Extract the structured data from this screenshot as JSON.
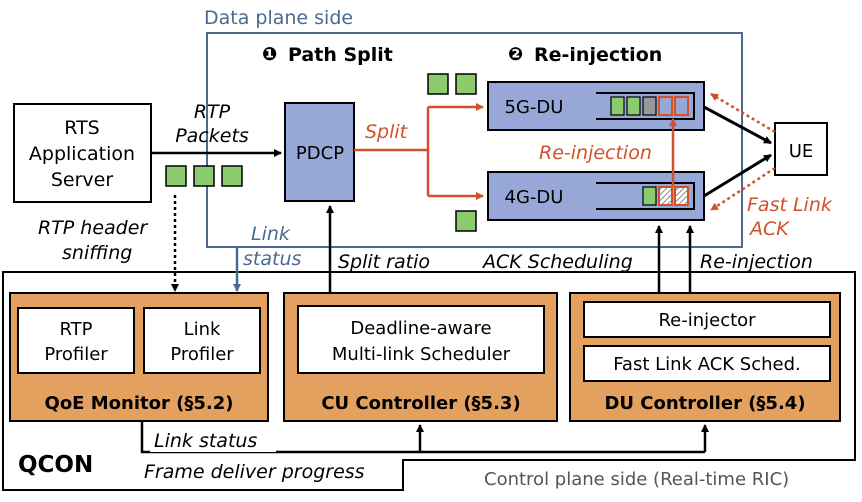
{
  "regions": {
    "data_plane": "Data plane side",
    "control_plane": "Control plane side (Real-time RIC)"
  },
  "steps": {
    "path_split": "Path Split",
    "path_split_num": "❶",
    "reinjection": "Re-injection",
    "reinjection_num": "❷"
  },
  "nodes": {
    "rts_line1": "RTS",
    "rts_line2": "Application",
    "rts_line3": "Server",
    "pdcp": "PDCP",
    "du5g": "5G-DU",
    "du4g": "4G-DU",
    "ue": "UE"
  },
  "labels": {
    "rtp_line1": "RTP",
    "rtp_line2": "Packets",
    "split": "Split",
    "reinjection_red": "Re-injection",
    "fast_line1": "Fast Link",
    "fast_line2": "ACK",
    "sniff_line1": "RTP header",
    "sniff_line2": "sniffing",
    "link_line1": "Link",
    "link_line2": "status",
    "split_ratio": "Split ratio",
    "ack_scheduling": "ACK Scheduling",
    "reinjection_ctrl": "Re-injection",
    "link_status": "Link status",
    "frame_progress": "Frame deliver progress"
  },
  "qcon": "QCON",
  "controllers": {
    "qoe": {
      "title": "QoE Monitor (§5.2)",
      "rtp_l1": "RTP",
      "rtp_l2": "Profiler",
      "link_l1": "Link",
      "link_l2": "Profiler"
    },
    "cu": {
      "title": "CU Controller (§5.3)",
      "sched_l1": "Deadline-aware",
      "sched_l2": "Multi-link Scheduler"
    },
    "du": {
      "title": "DU Controller (§5.4)",
      "reinjector": "Re-injector",
      "fastack": "Fast Link ACK Sched."
    }
  },
  "colors": {
    "node_fill": "#97a7d8",
    "controller_fill": "#e3a05f",
    "packet_green": "#8ccc6e",
    "accent_red": "#d2512a",
    "region_blue": "#4a6a8f"
  }
}
